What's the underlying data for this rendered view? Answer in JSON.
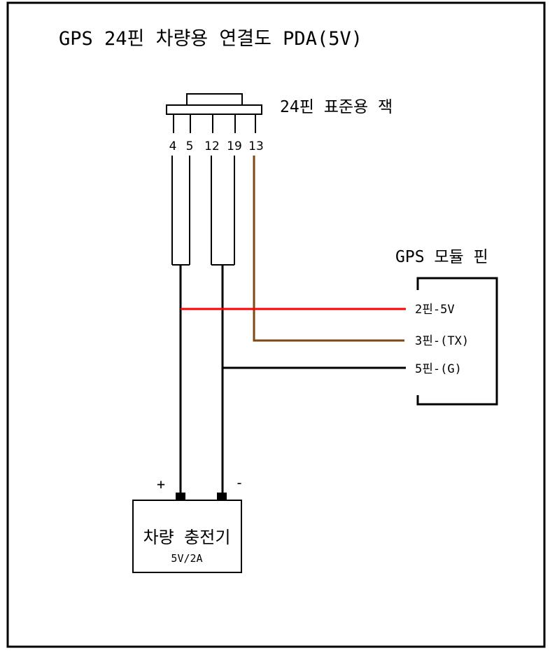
{
  "title": "GPS 24핀 차량용 연결도 PDA(5V)",
  "connector": {
    "label": "24핀 표준용 잭",
    "pins": [
      "4",
      "5",
      "12",
      "19",
      "13"
    ]
  },
  "gps_module": {
    "label": "GPS 모듈 핀",
    "pins": [
      "2핀-5V",
      "3핀-(TX)",
      "5핀-(G)"
    ]
  },
  "charger": {
    "name": "차량 충전기",
    "spec": "5V/2A",
    "plus": "+",
    "minus": "-"
  },
  "colors": {
    "power_wire": "#ff0000",
    "tx_wire": "#7a4a12",
    "ground_wire": "#000000"
  }
}
